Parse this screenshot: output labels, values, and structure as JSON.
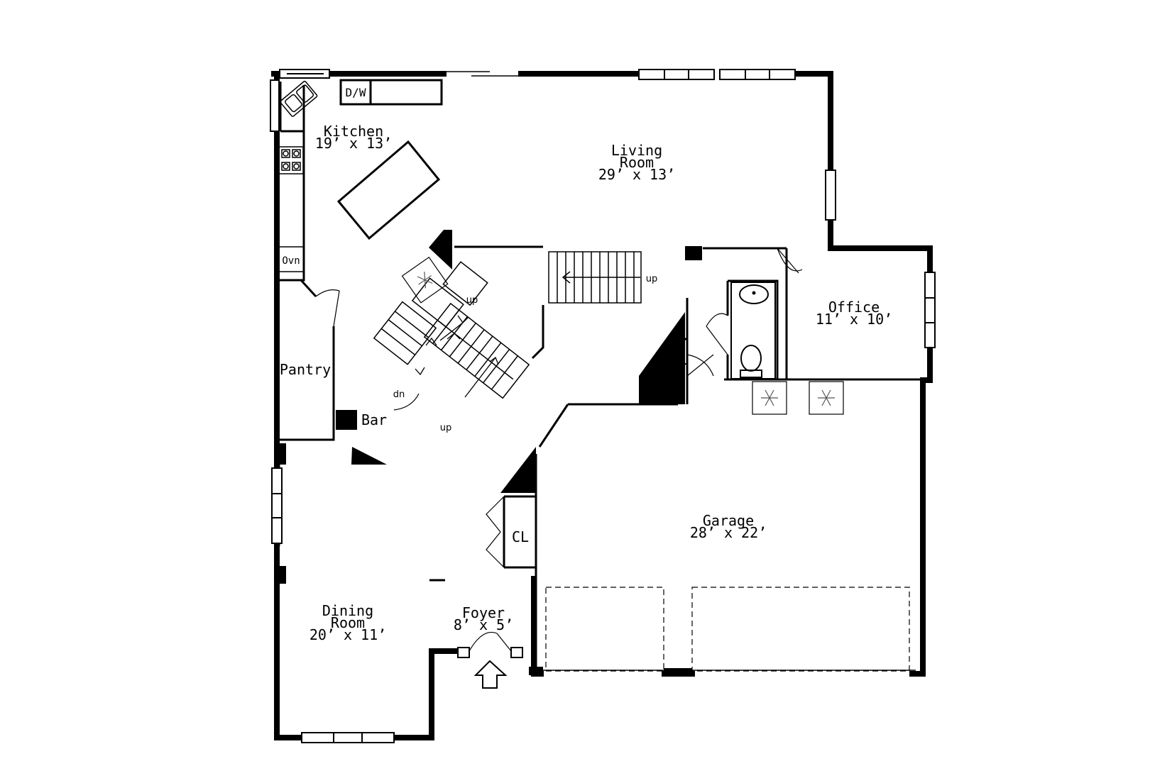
{
  "rooms": {
    "kitchen": {
      "name": "Kitchen",
      "size": "19’ x 13’"
    },
    "living": {
      "name_line1": "Living",
      "name_line2": "Room",
      "size": "29’ x 13’"
    },
    "office": {
      "name": "Office",
      "size": "11’ x 10’"
    },
    "pantry": {
      "name": "Pantry"
    },
    "bar": {
      "name": "Bar"
    },
    "garage": {
      "name": "Garage",
      "size": "28’ x 22’"
    },
    "dining": {
      "name_line1": "Dining",
      "name_line2": "Room",
      "size": "20’ x 11’"
    },
    "foyer": {
      "name": "Foyer",
      "size": "8’ x 5’"
    },
    "closet_upper": {
      "name": "CL"
    },
    "closet_lower": {
      "name": "CL"
    }
  },
  "appliances": {
    "dishwasher": "D/W",
    "oven": "Ovn"
  },
  "stairs": {
    "up_main": "up",
    "up_landing": "up",
    "up_lower": "up",
    "down": "dn"
  },
  "icons": [
    "snowflake-icon",
    "sink-icon",
    "toilet-icon",
    "stove-icon",
    "entry-arrow-icon"
  ]
}
